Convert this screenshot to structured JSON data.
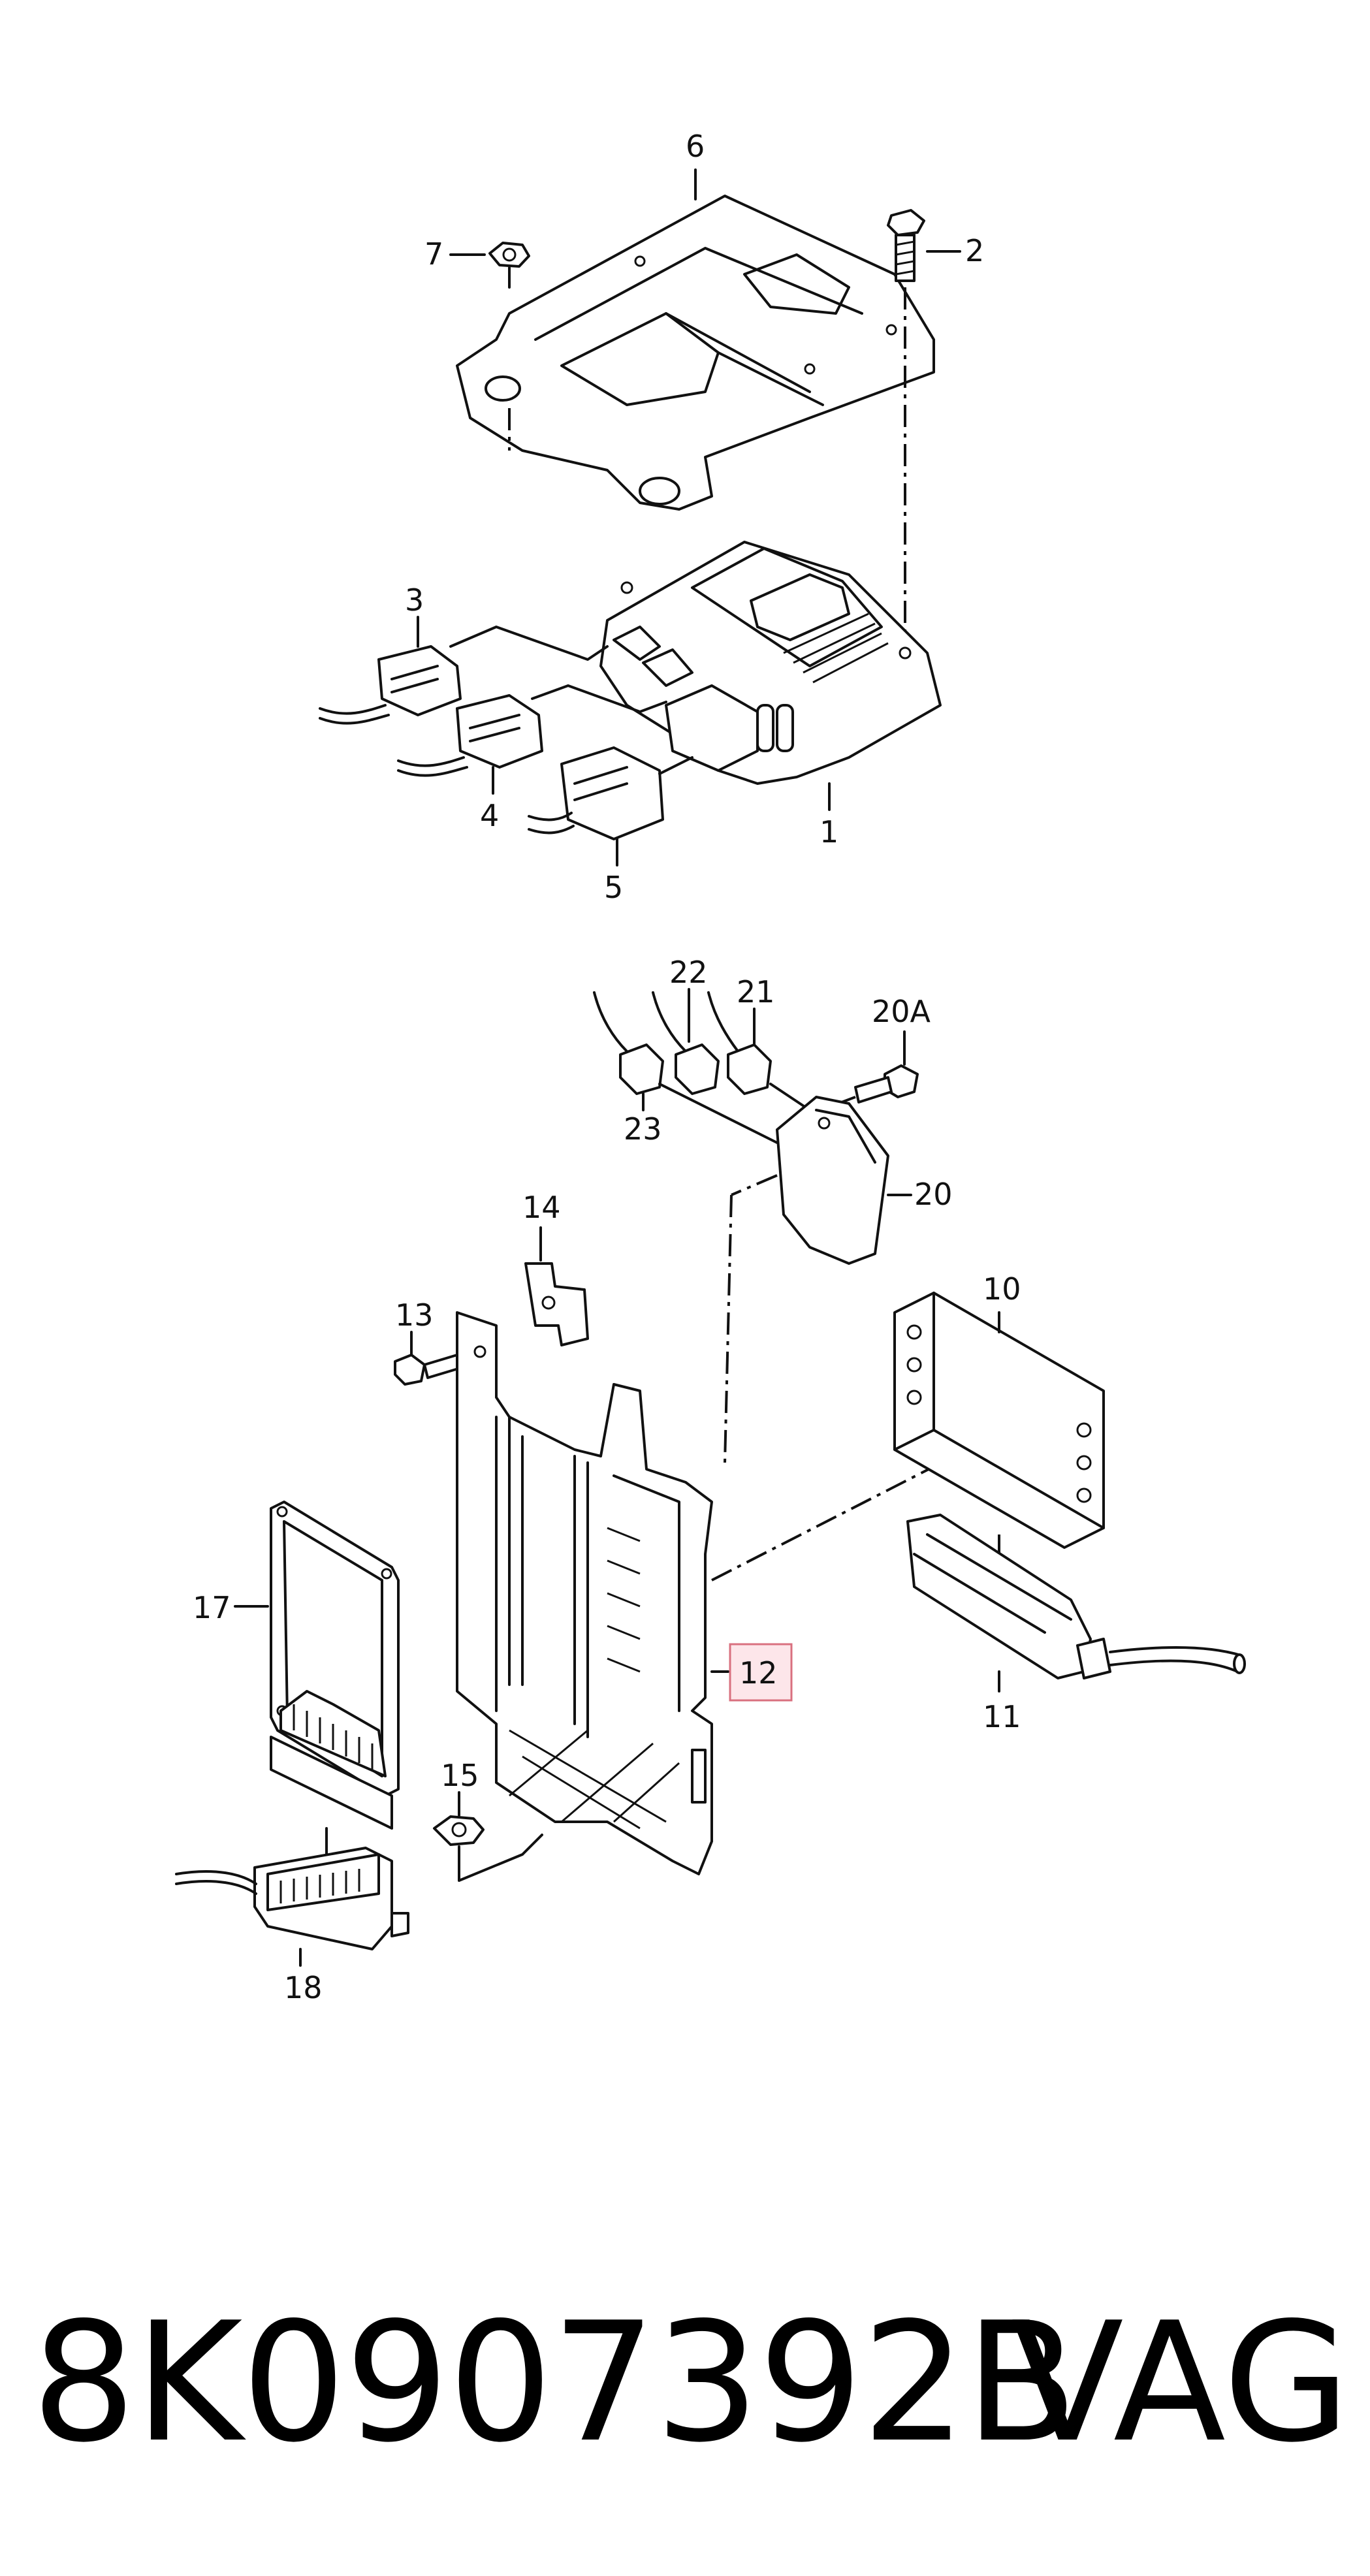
{
  "callouts": {
    "c1": "1",
    "c2": "2",
    "c3": "3",
    "c4": "4",
    "c5": "5",
    "c6": "6",
    "c7": "7",
    "c10": "10",
    "c11": "11",
    "c12": "12",
    "c13": "13",
    "c14": "14",
    "c15": "15",
    "c17": "17",
    "c18": "18",
    "c20": "20",
    "c20a": "20A",
    "c21": "21",
    "c22": "22",
    "c23": "23"
  },
  "highlighted_callout": "12",
  "highlight_color": "#fde6ea",
  "footer": {
    "part_number": "8K0907392B",
    "brand": "VAG"
  }
}
